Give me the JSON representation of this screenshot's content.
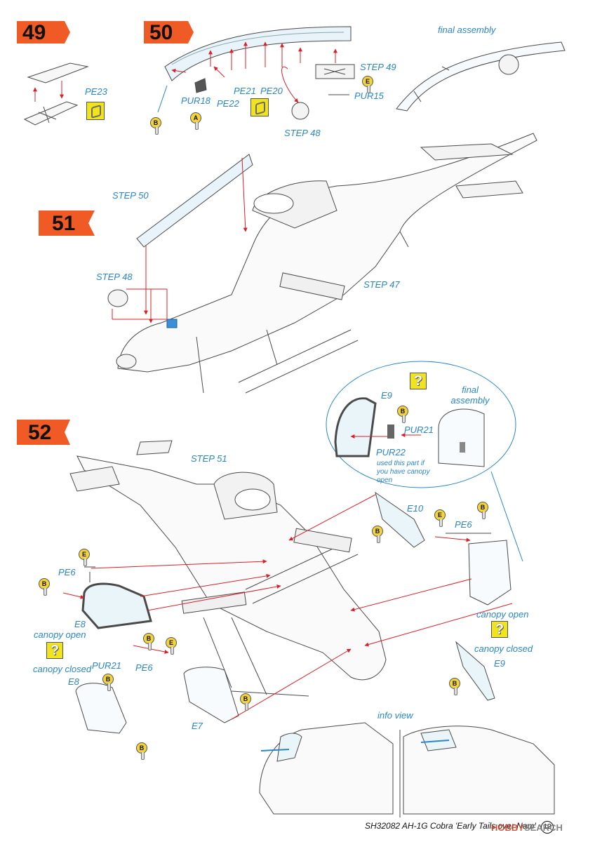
{
  "steps": [
    {
      "number": "49",
      "color": "#f05a24"
    },
    {
      "number": "50",
      "color": "#f05a24"
    },
    {
      "number": "51",
      "color": "#f05a24"
    },
    {
      "number": "52",
      "color": "#f05a24"
    }
  ],
  "colors": {
    "label_blue": "#2a86c6",
    "arrow_red": "#d8202a",
    "badge_orange": "#f05a24",
    "marker_yellow": "#f3d33b",
    "canopy_tint": "#dcf0f7",
    "line_gray": "#4a4a4a"
  },
  "labels": {
    "pe23": "PE23",
    "step49": "STEP 49",
    "pur15": "PUR15",
    "pur18": "PUR18",
    "pe21": "PE21",
    "pe20": "PE20",
    "pe22": "PE22",
    "step48_a": "STEP 48",
    "final_assembly_top": "final assembly",
    "step50": "STEP 50",
    "step48_b": "STEP 48",
    "step47": "STEP 47",
    "e9_inset": "E9",
    "pur21_inset": "PUR21",
    "pur22": "PUR22",
    "pur22_note": "used this part if you have canopy open",
    "final_assembly_inset": "final assembly",
    "step51": "STEP 51",
    "e10": "E10",
    "pe6_right": "PE6",
    "pe6_left": "PE6",
    "e8_upper": "E8",
    "canopy_open_left": "canopy open",
    "canopy_closed_left": "canopy closed",
    "pur21": "PUR21",
    "pe6_mid": "PE6",
    "e8_lower": "E8",
    "e7": "E7",
    "canopy_open_right": "canopy open",
    "canopy_closed_right": "canopy closed",
    "e9_right": "E9",
    "info_view": "info view"
  },
  "markers": {
    "b": "B",
    "a": "A",
    "e": "E",
    "question": "?"
  },
  "footer": {
    "text": "SH32082  AH-1G Cobra 'Early Tails over Nam'",
    "page": "12"
  },
  "watermark": {
    "part1": "HOBBY",
    "part2": "SEARCH"
  }
}
